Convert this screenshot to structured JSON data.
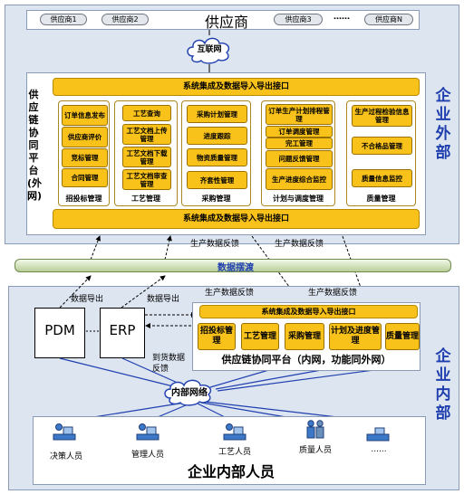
{
  "top": {
    "suppliers": [
      "供应商1",
      "供应商2",
      "供应商3",
      "……",
      "供应商N"
    ],
    "title": "供应商",
    "internet": "互联网"
  },
  "external": {
    "side_label": "企业外部",
    "platform_label": "供应链协同平台(外网)",
    "top_bar": "系统集成及数据导入导出接口",
    "bottom_bar": "系统集成及数据导入导出接口",
    "categories": [
      {
        "label": "招投标管理",
        "items": [
          "订单信息发布",
          "供应商评价",
          "竞标管理",
          "合同管理"
        ]
      },
      {
        "label": "工艺管理",
        "items": [
          "工艺查询",
          "工艺文档上传管理",
          "工艺文档下载管理",
          "工艺文档审查管理"
        ]
      },
      {
        "label": "采购管理",
        "items": [
          "采购计划管理",
          "进度跟踪",
          "物资质量管理",
          "齐套性管理"
        ]
      },
      {
        "label": "计划与调度管理",
        "items": [
          "订单生产计划排程管理",
          "订单调度管理",
          "完工管理",
          "问题反馈管理",
          "生产进度综合监控"
        ]
      },
      {
        "label": "质量管理",
        "items": [
          "生产过程检验信息管理",
          "不合格品管理",
          "质量信息监控"
        ]
      }
    ]
  },
  "middle": {
    "feedback_left": "生产数据反馈",
    "feedback_right": "生产数据反馈",
    "ferry": "数据摆渡"
  },
  "internal": {
    "side_label": "企业内部",
    "export_left": "数据导出",
    "export_right": "数据导出",
    "feedback_left": "生产数据反馈",
    "feedback_right": "生产数据反馈",
    "pdm": "PDM",
    "erp": "ERP",
    "arrival": "到货数据反馈",
    "interface_bar": "系统集成及数据导入导出接口",
    "modules": [
      "招投标管理",
      "工艺管理",
      "采购管理",
      "计划及进度管理",
      "质量管理"
    ],
    "platform_caption": "供应链协同平台（内网，功能同外网）",
    "network": "内部网络",
    "people": [
      "决策人员",
      "管理人员",
      "工艺人员",
      "质量人员",
      "......"
    ],
    "people_title": "企业内部人员"
  }
}
